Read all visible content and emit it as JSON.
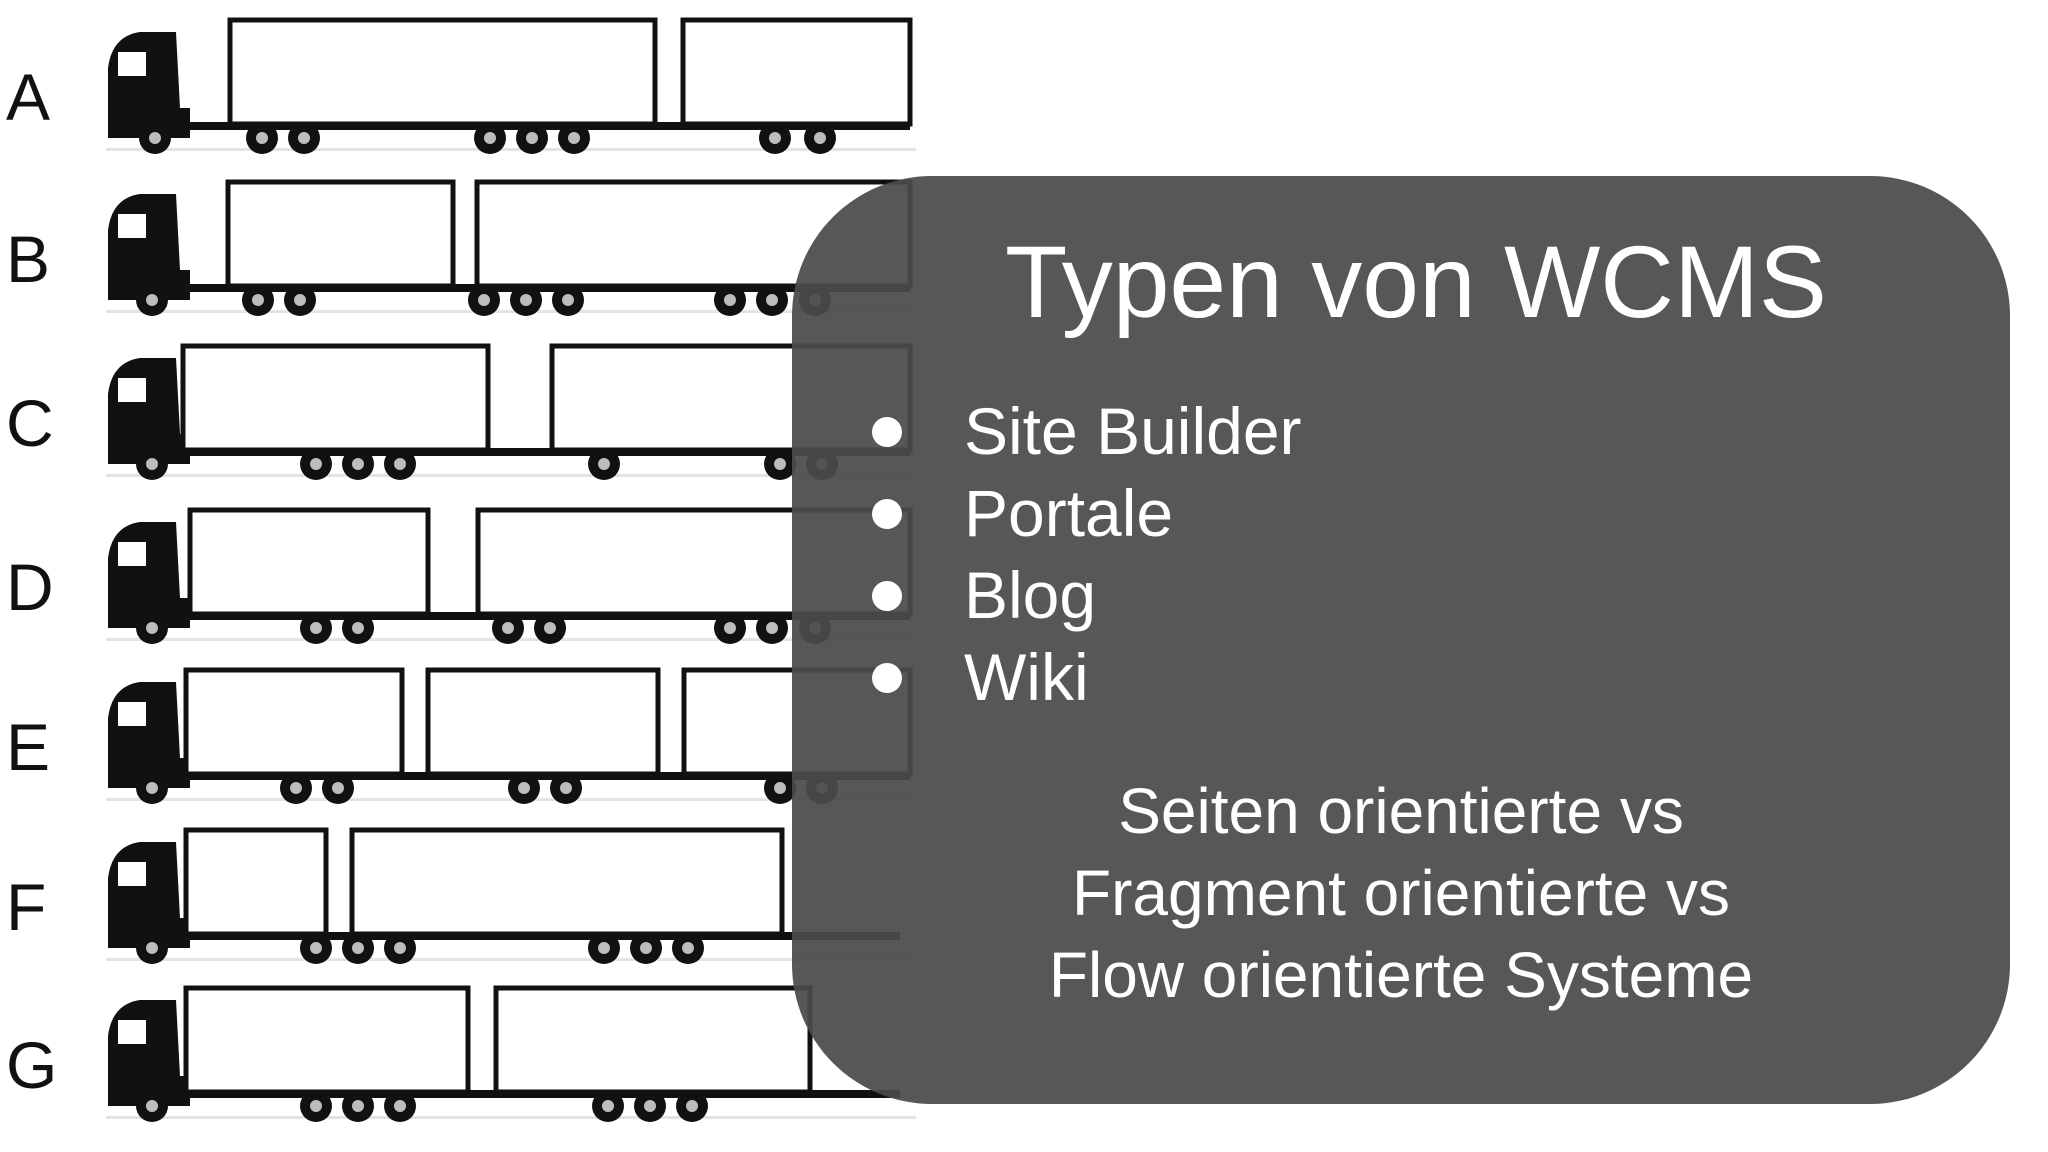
{
  "slide": {
    "title": "Typen von WCMS",
    "bullets": [
      "Site Builder",
      "Portale",
      "Blog",
      "Wiki"
    ],
    "summary_lines": [
      "Seiten orientierte vs",
      "Fragment orientierte vs",
      "Flow orientierte Systeme"
    ]
  },
  "trucks": {
    "row_labels": [
      "A",
      "B",
      "C",
      "D",
      "E",
      "F",
      "G"
    ]
  },
  "colors": {
    "panel_background": "#4a4a4a",
    "panel_text": "#ffffff",
    "truck_silhouette": "#111111"
  }
}
